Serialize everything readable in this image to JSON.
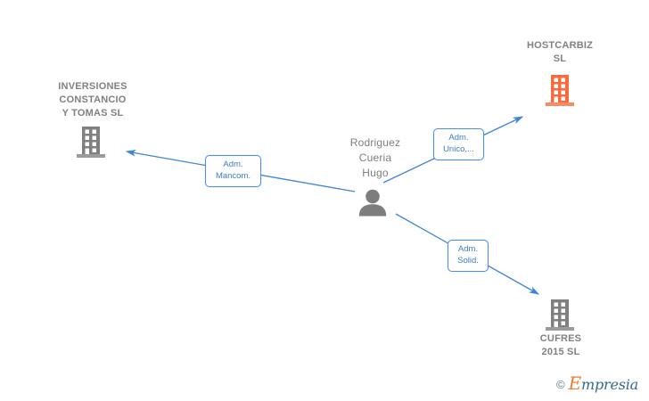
{
  "diagram": {
    "type": "company-relationship-graph",
    "background": "#ffffff",
    "edge_color": "#4a90e2",
    "company_icon_color": "#808080",
    "highlight_icon_color": "#f96a3c",
    "person_icon_color": "#7d7d7d",
    "nodes": [
      {
        "id": "inversiones",
        "label": "INVERSIONES\nCONSTANCIO\nY TOMAS  SL",
        "icon": "building-icon",
        "icon_color": "#808080",
        "label_position": "above"
      },
      {
        "id": "hostcarbiz",
        "label": "HOSTCARBIZ\nSL",
        "icon": "building-icon",
        "icon_color": "#f96a3c",
        "label_position": "above"
      },
      {
        "id": "person",
        "label": "Rodriguez\nCueria\nHugo",
        "icon": "person-icon",
        "icon_color": "#7d7d7d",
        "label_position": "above"
      },
      {
        "id": "cufres",
        "label": "CUFRES\n2015  SL",
        "icon": "building-icon",
        "icon_color": "#808080",
        "label_position": "below"
      }
    ],
    "edges": [
      {
        "id": "edge-mancom",
        "from": "person",
        "to": "inversiones",
        "label": "Adm.\nMancom."
      },
      {
        "id": "edge-unico",
        "from": "person",
        "to": "hostcarbiz",
        "label": "Adm.\nUnico,..."
      },
      {
        "id": "edge-solid",
        "from": "person",
        "to": "cufres",
        "label": "Adm.\nSolid."
      }
    ]
  },
  "watermark": {
    "copyright": "©",
    "brand_initial": "E",
    "brand_rest": "mpresia"
  }
}
